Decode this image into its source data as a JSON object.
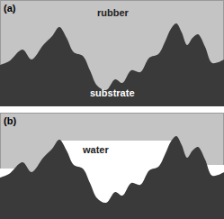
{
  "diagram": {
    "labels": [
      "(a)",
      "rubber",
      "substrate",
      "(b)",
      "water"
    ]
  }
}
